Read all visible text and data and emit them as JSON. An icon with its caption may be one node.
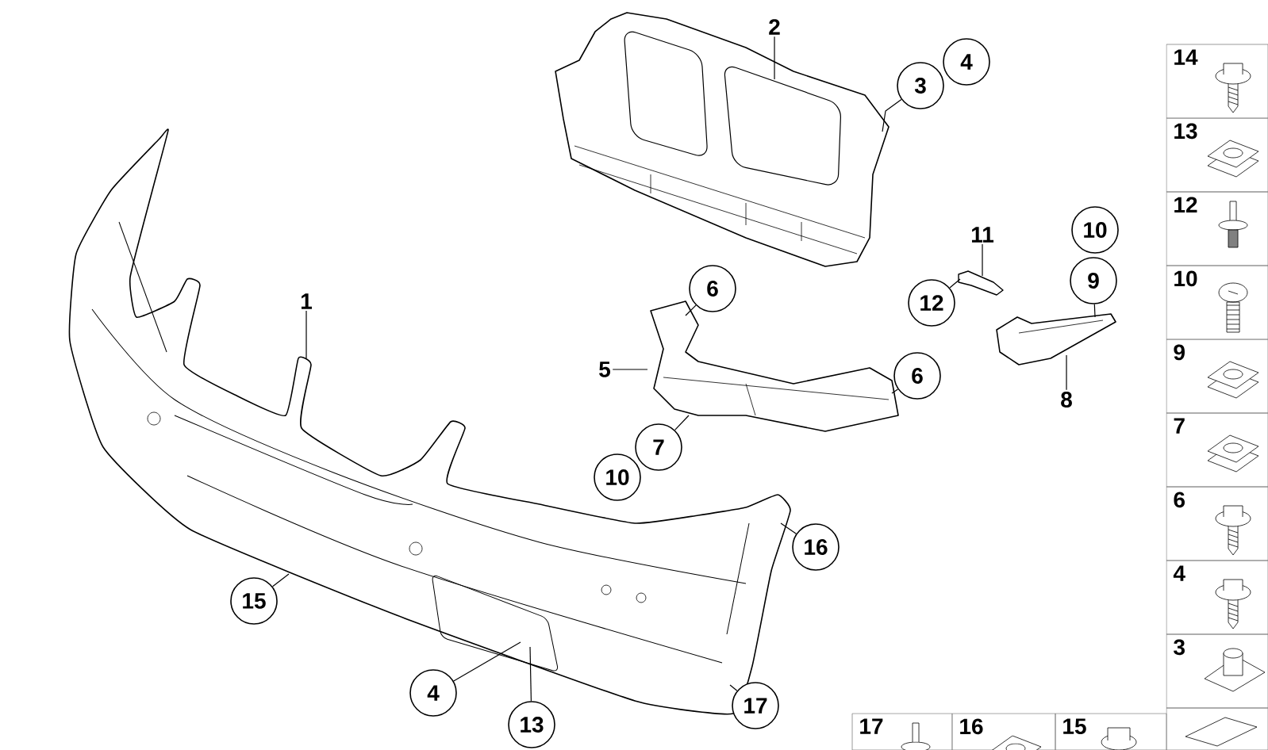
{
  "diagram": {
    "nodes": [
      {
        "text": [
          "1"
        ]
      },
      {
        "text": [
          "2"
        ]
      },
      {
        "text": [
          "3"
        ]
      },
      {
        "text": [
          "4"
        ]
      },
      {
        "text": [
          "5"
        ]
      },
      {
        "text": [
          "6"
        ]
      },
      {
        "text": [
          "6"
        ]
      },
      {
        "text": [
          "7"
        ]
      },
      {
        "text": [
          "10"
        ]
      },
      {
        "text": [
          "11"
        ]
      },
      {
        "text": [
          "12"
        ]
      },
      {
        "text": [
          "10"
        ]
      },
      {
        "text": [
          "9"
        ]
      },
      {
        "text": [
          "8"
        ]
      },
      {
        "text": [
          "16"
        ]
      },
      {
        "text": [
          "15"
        ]
      },
      {
        "text": [
          "4"
        ]
      },
      {
        "text": [
          "13"
        ]
      },
      {
        "text": [
          "17"
        ]
      },
      {
        "text": [],
        "shape": "picture"
      },
      {
        "text": [],
        "shape": "picture"
      },
      {
        "text": [],
        "shape": "picture"
      },
      {
        "text": [],
        "shape": "picture"
      },
      {
        "text": [],
        "shape": "picture"
      }
    ],
    "edges": [
      {
        "from": 0,
        "to": 19,
        "arrow": "none"
      },
      {
        "from": 1,
        "to": 20,
        "arrow": "none"
      },
      {
        "from": 2,
        "to": 20,
        "arrow": "none"
      },
      {
        "from": 4,
        "to": 21,
        "arrow": "none"
      },
      {
        "from": 5,
        "to": 21,
        "arrow": "none"
      },
      {
        "from": 6,
        "to": 21,
        "arrow": "none"
      },
      {
        "from": 7,
        "to": 21,
        "arrow": "none"
      },
      {
        "from": 9,
        "to": 22,
        "arrow": "none"
      },
      {
        "from": 10,
        "to": 22,
        "arrow": "none"
      },
      {
        "from": 12,
        "to": 23,
        "arrow": "none"
      },
      {
        "from": 13,
        "to": 23,
        "arrow": "none"
      },
      {
        "from": 14,
        "to": 19,
        "arrow": "none"
      },
      {
        "from": 15,
        "to": 19,
        "arrow": "none"
      },
      {
        "from": 16,
        "to": 19,
        "arrow": "none"
      },
      {
        "from": 17,
        "to": 19,
        "arrow": "none"
      },
      {
        "from": 18,
        "to": 19,
        "arrow": "none"
      }
    ],
    "labels": [
      "14",
      "13",
      "12",
      "10",
      "9",
      "7",
      "6",
      "4",
      "3",
      "17",
      "16",
      "15"
    ]
  }
}
